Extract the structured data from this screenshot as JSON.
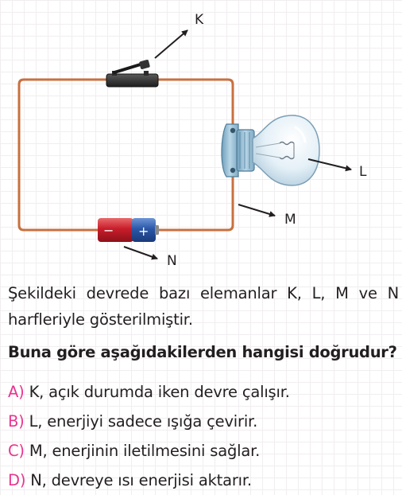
{
  "figure": {
    "labels": {
      "k": "K",
      "l": "L",
      "m": "M",
      "n": "N"
    },
    "battery": {
      "minus": "−",
      "plus": "+"
    },
    "colors": {
      "wire": "#c8703f",
      "switch": "#2b2b2b",
      "battery_red": "#c81d2b",
      "battery_blue": "#2a57a8",
      "bulb_base": "#9ec3d9"
    }
  },
  "question": {
    "stem": "Şekildeki devrede bazı elemanlar K, L, M ve N harfleriyle gösterilmiştir.",
    "prompt": "Buna göre aşağıdakilerden hangisi doğrudur?",
    "options": [
      {
        "letter": "A)",
        "text": "K, açık durumda iken devre çalışır."
      },
      {
        "letter": "B)",
        "text": "L, enerjiyi sadece ışığa çevirir."
      },
      {
        "letter": "C)",
        "text": "M, enerjinin iletilmesini sağlar."
      },
      {
        "letter": "D)",
        "text": "N, devreye ısı enerjisi aktarır."
      }
    ],
    "letter_color": "#e8368f"
  }
}
